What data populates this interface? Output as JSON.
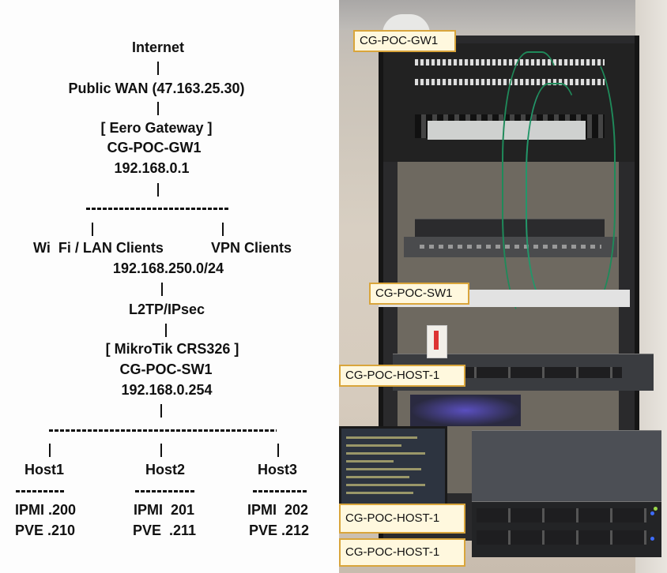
{
  "diagram": {
    "internet": "Internet",
    "wan": "Public WAN (47.163.25.30)",
    "gateway": {
      "name": "[ Eero Gateway ]",
      "hostname": "CG-POC-GW1",
      "ip": "192.168.0.1"
    },
    "branch_dashes": "--------------------------",
    "clients": {
      "lan": "Wi  Fi / LAN Clients",
      "vpn": "VPN Clients",
      "subnet": "192.168.250.0/24"
    },
    "vpn_protocol": "L2TP/IPsec",
    "switch": {
      "name": "[ MikroTik CRS326 ]",
      "hostname": "CG-POC-SW1",
      "ip": "192.168.0.254"
    },
    "hosts_dashes": "------------------------------------------",
    "hosts": [
      {
        "name": "Host1",
        "sep": "---------",
        "ipmi": "IPMI .200",
        "pve": "PVE .210"
      },
      {
        "name": "Host2",
        "sep": "-----------",
        "ipmi": "IPMI  201",
        "pve": "PVE  .211"
      },
      {
        "name": "Host3",
        "sep": "----------",
        "ipmi": "IPMI  202",
        "pve": "PVE .212"
      }
    ]
  },
  "photo": {
    "labels": {
      "gw1": "CG-POC-GW1",
      "sw1": "CG-POC-SW1",
      "host_a": "CG-POC-HOST-1",
      "host_b": "CG-POC-HOST-1",
      "host_c": "CG-POC-HOST-1"
    },
    "label_bg": "#fff8de",
    "label_border": "#d9a53b"
  }
}
